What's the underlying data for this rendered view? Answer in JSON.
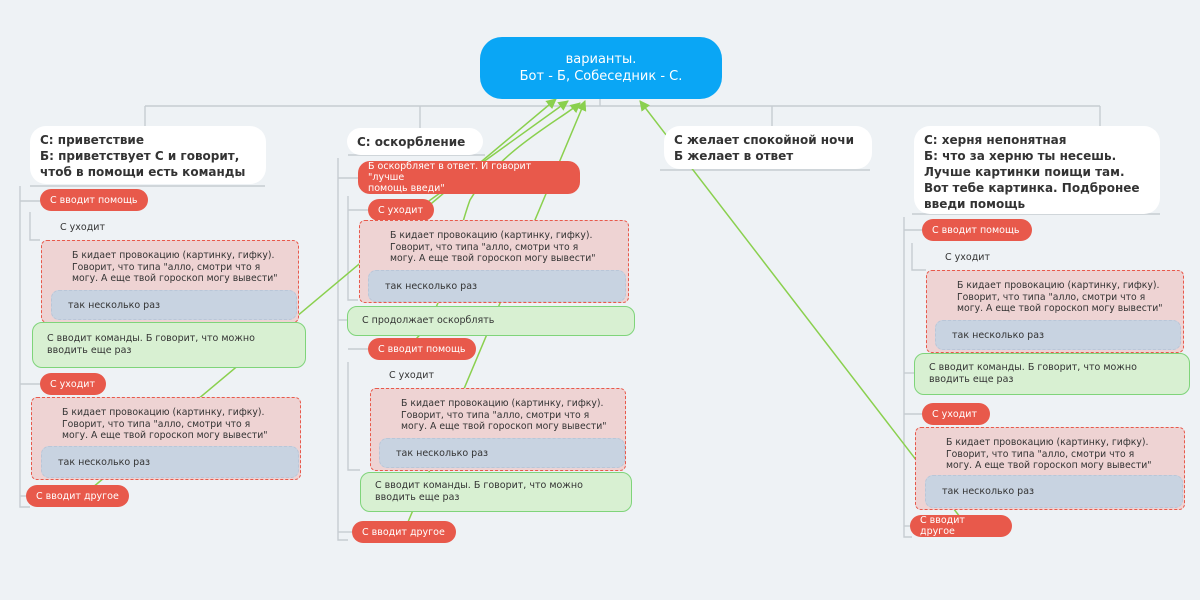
{
  "root": {
    "line1": "варианты.",
    "line2": "Бот - Б, Собеседник - С."
  },
  "branch1": {
    "title": [
      "С: приветствие",
      "Б: приветствует С и говорит,",
      "чтоб в помощи есть команды"
    ],
    "help": "С вводит помощь",
    "leave": "С уходит",
    "provoke": [
      "Б кидает провокацию (картинку, гифку).",
      "Говорит, что типа \"алло, смотри что я",
      "могу. А еще твой гороскоп могу вывести\""
    ],
    "several": "так несколько раз",
    "commands": [
      "С вводит команды. Б говорит, что можно",
      "вводить еще раз"
    ],
    "leave2": "С уходит",
    "provoke2": [
      "Б кидает провокацию (картинку, гифку).",
      "Говорит, что типа \"алло, смотри что я",
      "могу. А еще твой гороскоп могу вывести\""
    ],
    "several2": "так несколько раз",
    "other": "С вводит другое"
  },
  "branch2": {
    "title": [
      "С: оскорбление"
    ],
    "insult": [
      "Б оскорбляет в ответ. И говорит \"лучше",
      "помощь введи\""
    ],
    "leave": "С уходит",
    "provoke": [
      "Б кидает провокацию (картинку, гифку).",
      "Говорит, что типа \"алло, смотри что я",
      "могу. А еще твой гороскоп могу вывести\""
    ],
    "several": "так несколько раз",
    "continue": "С продолжает  оскорблять",
    "help": "С вводит помощь",
    "leave2": "С уходит",
    "provoke2": [
      "Б кидает провокацию (картинку, гифку).",
      "Говорит, что типа \"алло, смотри что я",
      "могу. А еще твой гороскоп могу вывести\""
    ],
    "several2": "так несколько раз",
    "commands": [
      "С вводит команды. Б говорит, что можно",
      "вводить еще раз"
    ],
    "other": "С вводит другое"
  },
  "branch3": {
    "title": [
      "С желает спокойной ночи",
      "Б желает в ответ"
    ]
  },
  "branch4": {
    "title": [
      "С: херня непонятная",
      "Б: что за херню ты несешь.",
      "Лучше картинки поищи там.",
      "Вот тебе картинка. Подбронее",
      "введи помощь"
    ],
    "help": "С вводит помощь",
    "leave": "С уходит",
    "provoke": [
      "Б кидает провокацию (картинку, гифку).",
      "Говорит, что типа \"алло, смотри что я",
      "могу. А еще твой гороскоп могу вывести\""
    ],
    "several": "так несколько раз",
    "commands": [
      "С вводит команды. Б говорит, что можно",
      "вводить еще раз"
    ],
    "leave2": "С уходит",
    "provoke2": [
      "Б кидает провокацию (картинку, гифку).",
      "Говорит, что типа \"алло, смотри что я",
      "могу. А еще твой гороскоп могу вывести\""
    ],
    "several2": "так несколько раз",
    "other": "С вводит другое"
  },
  "colors": {
    "root": "#0aa6f5",
    "red": "#e8594b",
    "arrow": "#8ad04e",
    "green": "#d8f0d2",
    "pink": "#eed3d3",
    "blue": "#c8d3e1"
  }
}
